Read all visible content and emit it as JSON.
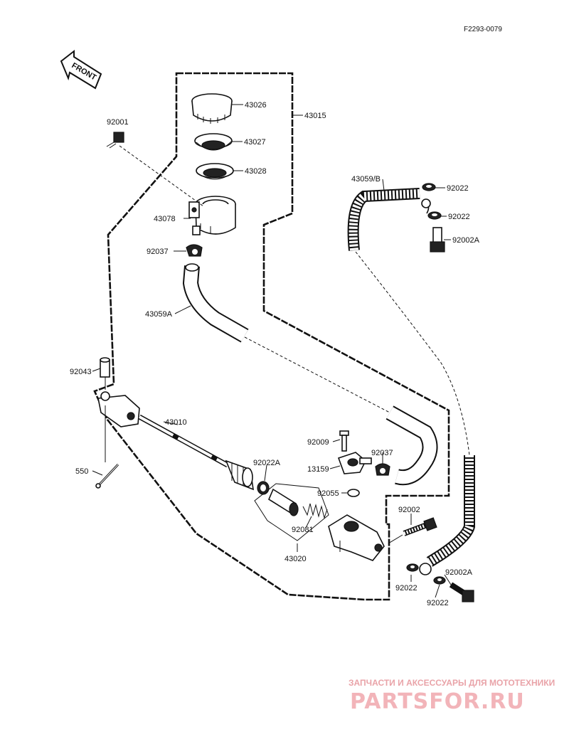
{
  "diagram_code": "F2293-0079",
  "front_label": "FRONT",
  "watermark": {
    "caption": "ЗАПЧАСТИ И АКСЕССУАРЫ ДЛЯ МОТОТЕХНИКИ",
    "logo": "PARTSFOR.RU"
  },
  "parts": {
    "p43026": "43026",
    "p43015": "43015",
    "p92001": "92001",
    "p43027": "43027",
    "p43028": "43028",
    "p43078": "43078",
    "p92037a": "92037",
    "p43059A": "43059A",
    "p43059B": "43059/B",
    "p92022a": "92022",
    "p92022b": "92022",
    "p92002Aa": "92002A",
    "p92043": "92043",
    "p43010": "43010",
    "p550": "550",
    "p92009": "92009",
    "p13159": "13159",
    "p92037b": "92037",
    "p92022A": "92022A",
    "p92055": "92055",
    "p92081": "92081",
    "p43020": "43020",
    "p92002": "92002",
    "p92022c": "92022",
    "p92002Ab": "92002A",
    "p92022d": "92022"
  }
}
